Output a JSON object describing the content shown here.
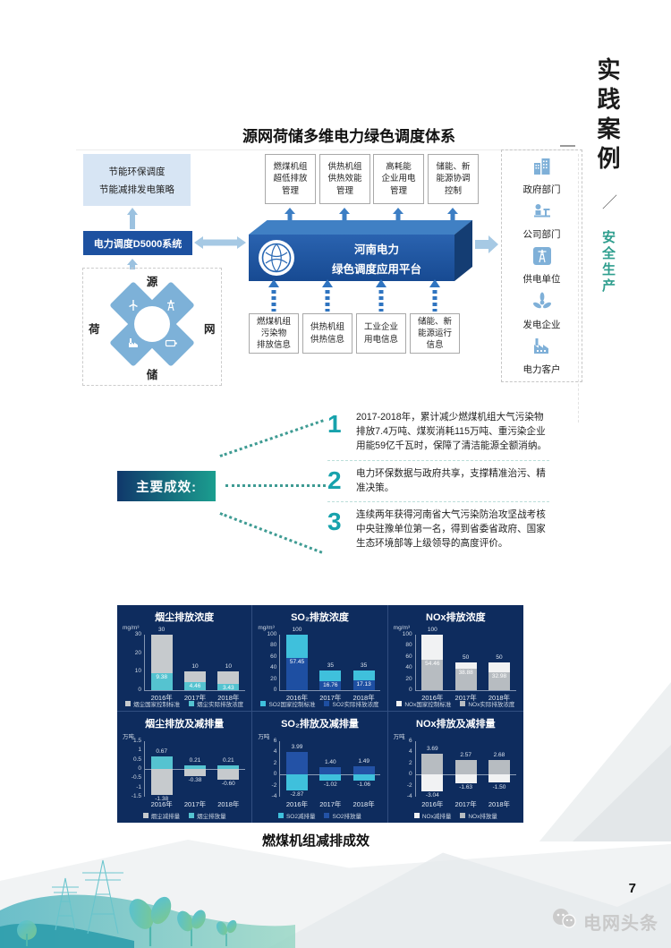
{
  "page": {
    "sidebar_title": "实践案例",
    "sidebar_slash": "／",
    "sidebar_subtitle": "安全生产",
    "page_number": "7",
    "watermark": "电网头条",
    "charts_caption": "燃煤机组减排成效"
  },
  "colors": {
    "accent_teal": "#17a2ac",
    "platform_blue": "#1d51a0",
    "panel_navy": "#0e2c5e",
    "light_blue_arrow": "#a6c9e4",
    "diagram_arrow_blue": "#3c7ec4"
  },
  "diagram": {
    "title": "源网荷储多维电力绿色调度体系",
    "strategy": {
      "line1": "节能环保调度",
      "line2": "节能减排发电策略"
    },
    "d5000": "电力调度D5000系统",
    "platform": {
      "line1": "河南电力",
      "line2": "绿色调度应用平台"
    },
    "top_boxes": [
      "燃煤机组\n超低排放\n管理",
      "供热机组\n供热效能\n管理",
      "高耗能\n企业用电\n管理",
      "储能、新\n能源协调\n控制"
    ],
    "bottom_boxes": [
      "燃煤机组\n污染物\n排放信息",
      "供热机组\n供热信息",
      "工业企业\n用电信息",
      "储能、新\n能源运行\n信息"
    ],
    "stakeholders": [
      {
        "label": "政府部门",
        "icon": "government-buildings-icon"
      },
      {
        "label": "公司部门",
        "icon": "office-desk-icon"
      },
      {
        "label": "供电单位",
        "icon": "transmission-tower-icon"
      },
      {
        "label": "发电企业",
        "icon": "turbine-icon"
      },
      {
        "label": "电力客户",
        "icon": "factory-icon"
      }
    ],
    "load_cluster": {
      "top": "源",
      "right": "网",
      "bottom": "储",
      "left": "荷",
      "icons": [
        "wind-turbine-icon",
        "power-tower-icon",
        "factory-icon",
        "battery-icon"
      ]
    }
  },
  "achievements": {
    "label": "主要成效:",
    "items": [
      {
        "num": "1",
        "text": "2017-2018年，累计减少燃煤机组大气污染物排放7.4万吨、煤炭消耗115万吨、重污染企业用能59亿千瓦时，保障了清洁能源全额消纳。"
      },
      {
        "num": "2",
        "text": "电力环保数据与政府共享，支撑精准治污、精准决策。"
      },
      {
        "num": "3",
        "text": "连续两年获得河南省大气污染防治攻坚战考核中央驻豫单位第一名，得到省委省政府、国家生态环境部等上级领导的高度评价。"
      }
    ]
  },
  "chart_data": [
    {
      "type": "bar",
      "variant": "stacked",
      "title": "烟尘排放浓度",
      "ylabel": "mg/m³",
      "categories": [
        "2016年",
        "2017年",
        "2018年"
      ],
      "ylim": [
        0,
        30
      ],
      "yticks": [
        "30",
        "20",
        "10",
        "0"
      ],
      "series": [
        {
          "name": "烟尘国家控制标准",
          "color": "#c6cacd",
          "values": [
            30,
            10,
            10
          ]
        },
        {
          "name": "烟尘实际排放浓度",
          "color": "#55c3d0",
          "values": [
            9.38,
            4.46,
            3.43
          ]
        }
      ],
      "total_labels": [
        "30",
        "10",
        "10"
      ],
      "actual_labels": [
        "9.38",
        "4.46",
        "3.43"
      ]
    },
    {
      "type": "bar",
      "variant": "stacked",
      "title": "SO₂排放浓度",
      "ylabel": "mg/m³",
      "categories": [
        "2016年",
        "2017年",
        "2018年"
      ],
      "ylim": [
        0,
        100
      ],
      "yticks": [
        "100",
        "80",
        "60",
        "40",
        "20",
        "0"
      ],
      "series": [
        {
          "name": "SO2国家控制标准",
          "color": "#3fc0dc",
          "values": [
            100,
            35,
            35
          ]
        },
        {
          "name": "SO2实际排放浓度",
          "color": "#1e4fa2",
          "values": [
            57.45,
            16.76,
            17.13
          ]
        }
      ],
      "total_labels": [
        "100",
        "35",
        "35"
      ],
      "actual_labels": [
        "57.45",
        "16.76",
        "17.13"
      ]
    },
    {
      "type": "bar",
      "variant": "stacked",
      "title": "NOx排放浓度",
      "ylabel": "mg/m³",
      "categories": [
        "2016年",
        "2017年",
        "2018年"
      ],
      "ylim": [
        0,
        100
      ],
      "yticks": [
        "100",
        "80",
        "60",
        "40",
        "20",
        "0"
      ],
      "series": [
        {
          "name": "NOx国家控制标准",
          "color": "#f1f2f3",
          "values": [
            100,
            50,
            50
          ]
        },
        {
          "name": "NOx实际排放浓度",
          "color": "#b7bcc1",
          "values": [
            54.46,
            38.88,
            32.98
          ]
        }
      ],
      "total_labels": [
        "100",
        "50",
        "50"
      ],
      "actual_labels": [
        "54.46",
        "38.88",
        "32.98"
      ]
    },
    {
      "type": "bar",
      "variant": "posneg",
      "title": "烟尘排放及减排量",
      "ylabel": "万吨",
      "categories": [
        "2016年",
        "2017年",
        "2018年"
      ],
      "ylim": [
        -1.5,
        1.5
      ],
      "yticks": [
        "1.5",
        "1",
        "0.5",
        "0",
        "-0.5",
        "-1",
        "-1.5"
      ],
      "series": [
        {
          "name": "烟尘减排量",
          "color": "#c6cacd",
          "values": [
            -1.38,
            -0.38,
            -0.6
          ]
        },
        {
          "name": "烟尘排放量",
          "color": "#55c3d0",
          "values": [
            0.67,
            0.21,
            0.21
          ]
        }
      ],
      "pos_labels": [
        "0.67",
        "0.21",
        "0.21"
      ],
      "neg_labels": [
        "-1.38",
        "-0.38",
        "-0.60"
      ]
    },
    {
      "type": "bar",
      "variant": "posneg",
      "title": "SO₂排放及减排量",
      "ylabel": "万吨",
      "categories": [
        "2016年",
        "2017年",
        "2018年"
      ],
      "ylim": [
        -4,
        6
      ],
      "yticks": [
        "6",
        "4",
        "2",
        "0",
        "-2",
        "-4"
      ],
      "series": [
        {
          "name": "SO2减排量",
          "color": "#3fc0dc",
          "values": [
            -2.87,
            -1.02,
            -1.06
          ]
        },
        {
          "name": "SO2排放量",
          "color": "#2352a6",
          "values": [
            3.99,
            1.4,
            1.49
          ]
        }
      ],
      "pos_labels": [
        "3.99",
        "1.40",
        "1.49"
      ],
      "neg_labels": [
        "-2.87",
        "-1.02",
        "-1.06"
      ]
    },
    {
      "type": "bar",
      "variant": "posneg",
      "title": "NOx排放及减排量",
      "ylabel": "万吨",
      "categories": [
        "2016年",
        "2017年",
        "2018年"
      ],
      "ylim": [
        -4,
        6
      ],
      "yticks": [
        "6",
        "4",
        "2",
        "0",
        "-2",
        "-4"
      ],
      "series": [
        {
          "name": "NOx减排量",
          "color": "#f1f2f3",
          "values": [
            -3.04,
            -1.63,
            -1.5
          ]
        },
        {
          "name": "NOx排放量",
          "color": "#b7bcc1",
          "values": [
            3.69,
            2.57,
            2.68
          ]
        }
      ],
      "pos_labels": [
        "3.69",
        "2.57",
        "2.68"
      ],
      "neg_labels": [
        "-3.04",
        "-1.63",
        "-1.50"
      ]
    }
  ]
}
